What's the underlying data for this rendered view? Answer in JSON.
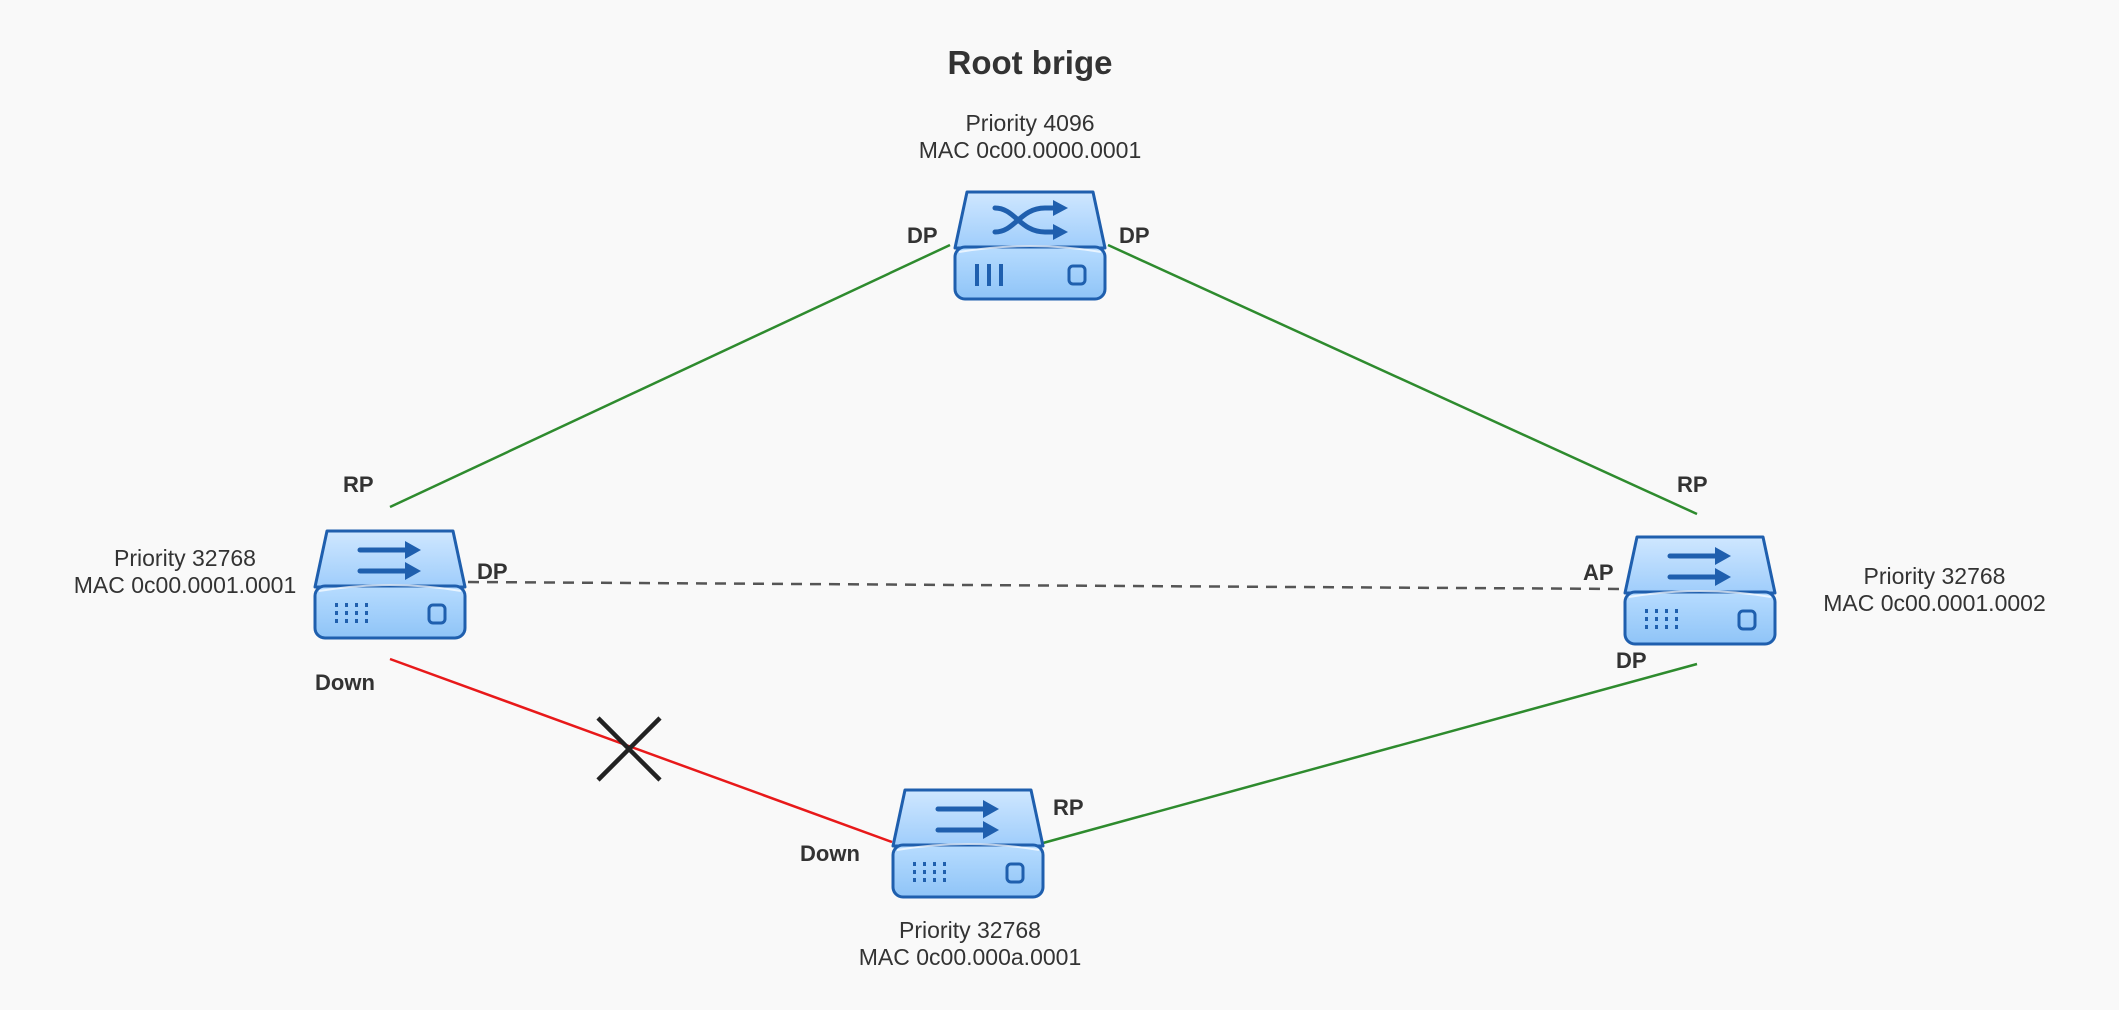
{
  "title": "Root brige",
  "colors": {
    "background": "#f9f9f9",
    "forwarding_link": "#2e8b2e",
    "blocked_link": "#e8191a",
    "alternate_link": "#555555",
    "switch_fill": "#a8d4ff",
    "switch_stroke": "#1f5fae",
    "text": "#333333"
  },
  "switches": {
    "root": {
      "icon": "multilayer-switch-icon",
      "priority": "Priority 4096",
      "mac": "MAC 0c00.0000.0001"
    },
    "left": {
      "icon": "switch-icon",
      "priority": "Priority 32768",
      "mac": "MAC 0c00.0001.0001"
    },
    "right": {
      "icon": "switch-icon",
      "priority": "Priority 32768",
      "mac": "MAC 0c00.0001.0002"
    },
    "bottom": {
      "icon": "switch-icon",
      "priority": "Priority 32768",
      "mac": "MAC 0c00.000a.0001"
    }
  },
  "ports": {
    "root_left": "DP",
    "root_right": "DP",
    "left_up": "RP",
    "left_right": "DP",
    "left_down": "Down",
    "right_up": "RP",
    "right_left": "AP",
    "right_down": "DP",
    "bottom_left": "Down",
    "bottom_right": "RP"
  },
  "links": [
    {
      "from": "root",
      "to": "left",
      "state": "forwarding"
    },
    {
      "from": "root",
      "to": "right",
      "state": "forwarding"
    },
    {
      "from": "left",
      "to": "right",
      "state": "alternate"
    },
    {
      "from": "left",
      "to": "bottom",
      "state": "down"
    },
    {
      "from": "right",
      "to": "bottom",
      "state": "forwarding"
    }
  ],
  "failure_marker": "x-mark-icon"
}
